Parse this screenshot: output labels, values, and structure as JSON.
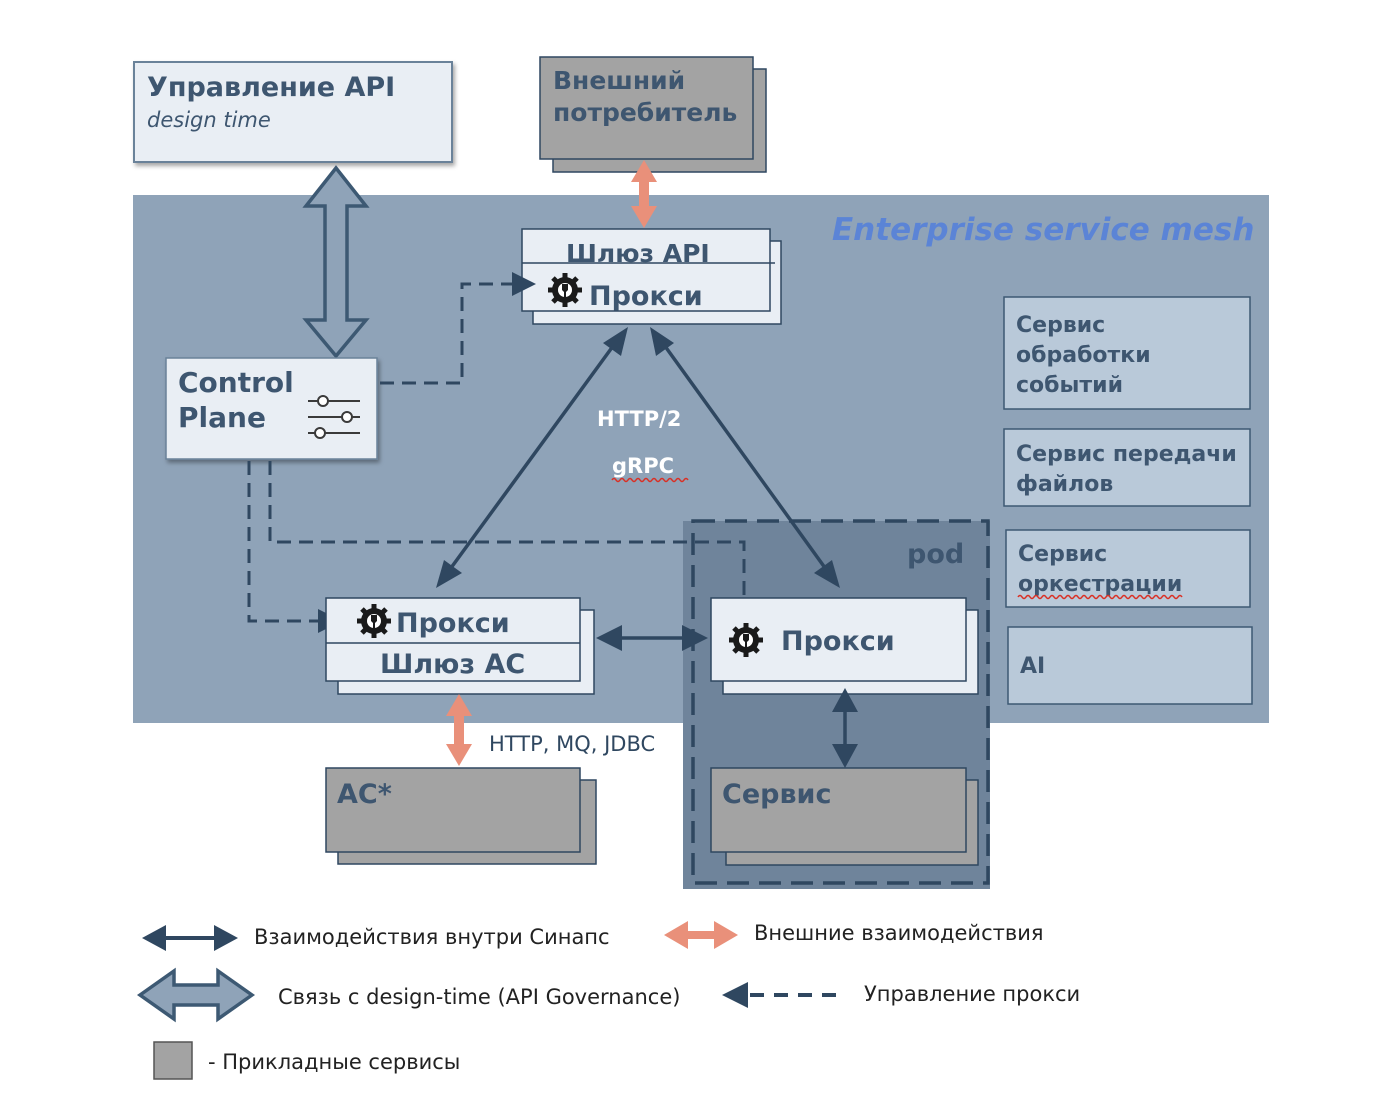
{
  "mesh": {
    "title": "Enterprise service mesh"
  },
  "api_management": {
    "title": "Управление API",
    "subtitle": "design time"
  },
  "external_consumer": {
    "line1": "Внешний",
    "line2": "потребитель"
  },
  "api_gateway": {
    "title": "Шлюз API",
    "proxy_label": "Прокси"
  },
  "control_plane": {
    "line1": "Control",
    "line2": "Plane"
  },
  "protocols": {
    "http2": "HTTP/2",
    "grpc": "gRPC"
  },
  "services": {
    "event_processing": {
      "line1": "Сервис",
      "line2": "обработки",
      "line3": "событий"
    },
    "file_transfer": {
      "line1": "Сервис передачи",
      "line2": "файлов"
    },
    "orchestration": {
      "line1": "Сервис",
      "line2": "оркестрации"
    },
    "ai": {
      "label": "AI"
    }
  },
  "pod": {
    "label": "pod",
    "proxy_label": "Прокси",
    "service_label": "Сервис"
  },
  "as_gateway": {
    "proxy_label": "Прокси",
    "title": "Шлюз АС"
  },
  "as_external": {
    "label": "АС*",
    "protocols": "HTTP, MQ, JDBC"
  },
  "legend": {
    "internal": "Взаимодействия внутри Синапс",
    "external": "Внешние взаимодействия",
    "design_time": "Связь с design-time (API Governance)",
    "proxy_control": "Управление прокси",
    "applied_services": "- Прикладные сервисы"
  },
  "colors": {
    "mesh_bg": "#8fa3b8",
    "pod_bg": "#6f849b",
    "box_light": "#e9eef4",
    "service_box": "#b9c9d9",
    "gray_box": "#a3a3a3",
    "dark_arrow": "#3d5973",
    "orange_arrow": "#e9907a",
    "mesh_title": "#5b84d6"
  }
}
